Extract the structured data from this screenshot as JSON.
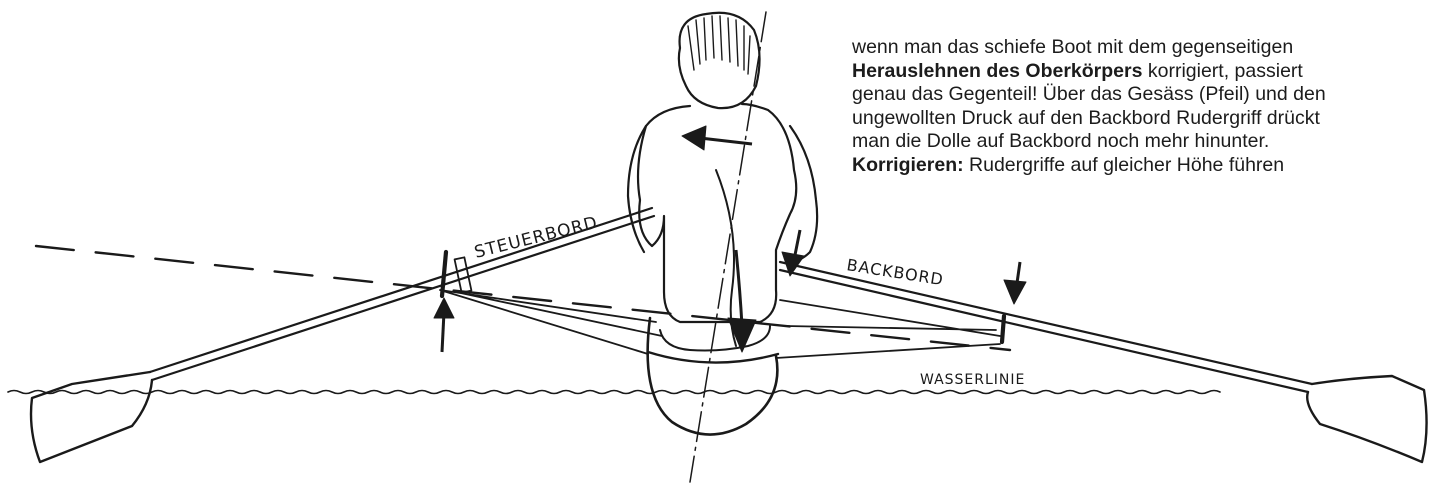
{
  "caption": {
    "line1": "wenn man das schiefe Boot mit dem gegenseitigen",
    "line2_bold": "Herauslehnen des Oberkörpers",
    "line2_rest": " korrigiert, passiert",
    "line3": "genau das Gegenteil! Über das Gesäss (Pfeil) und den",
    "line4": "ungewollten Druck auf den Backbord Rudergriff drückt",
    "line5": "man die Dolle auf Backbord noch mehr hinunter.",
    "line6_bold": "Korrigieren:",
    "line6_rest": " Rudergriffe auf gleicher Höhe führen"
  },
  "labels": {
    "steuerbord": "STEUERBORD",
    "backbord": "BACKBORD",
    "wasserlinie": "WASSERLINIE"
  },
  "colors": {
    "ink": "#1a1a1a",
    "paper": "#ffffff"
  }
}
